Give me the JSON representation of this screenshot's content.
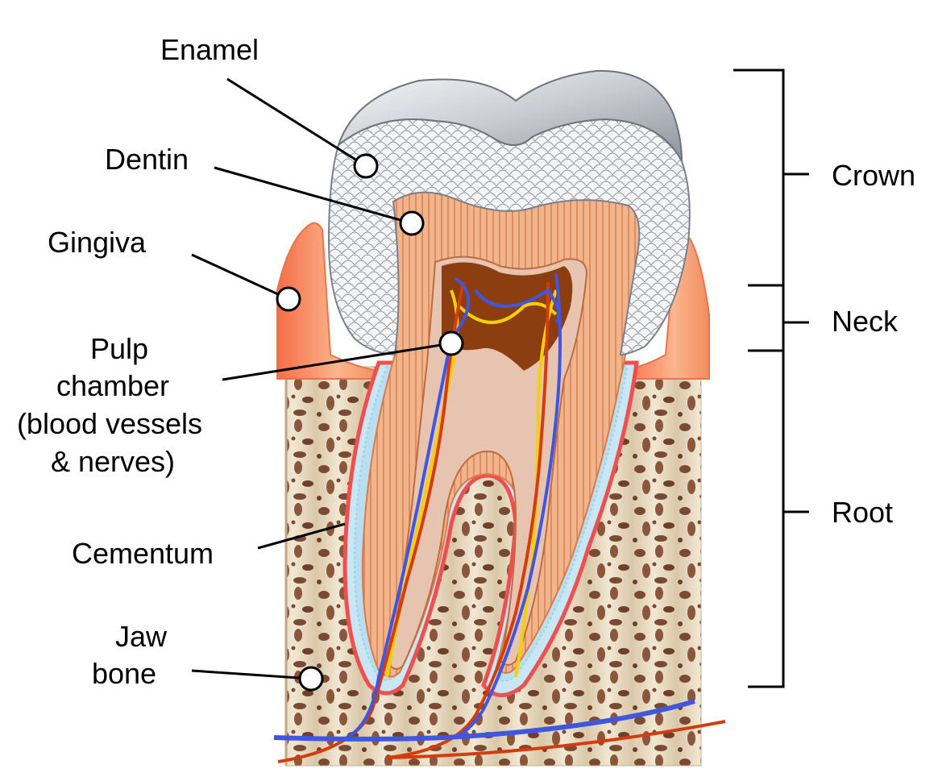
{
  "labels": {
    "enamel": "Enamel",
    "dentin": "Dentin",
    "gingiva": "Gingiva",
    "pulp_line1": "Pulp",
    "pulp_line2": "chamber",
    "pulp_line3": "(blood vessels",
    "pulp_line4": "& nerves)",
    "cementum": "Cementum",
    "jaw_line1": "Jaw",
    "jaw_line2": "bone"
  },
  "regions": {
    "crown": "Crown",
    "neck": "Neck",
    "root": "Root"
  },
  "colors": {
    "enamel": "#eef0f4",
    "enamel_cap": "#a7acb4",
    "dentin": "#f0a877",
    "pulp": "#8c3e10",
    "gingiva": "#f79a6f",
    "bone": "#e9dcc3",
    "bone_holes": "#7b4a33",
    "cementum": "#ef4f4f",
    "membrane": "#b9e0f2",
    "vein": "#3f56e0",
    "artery": "#d63b0e",
    "nerve": "#f5d000"
  }
}
